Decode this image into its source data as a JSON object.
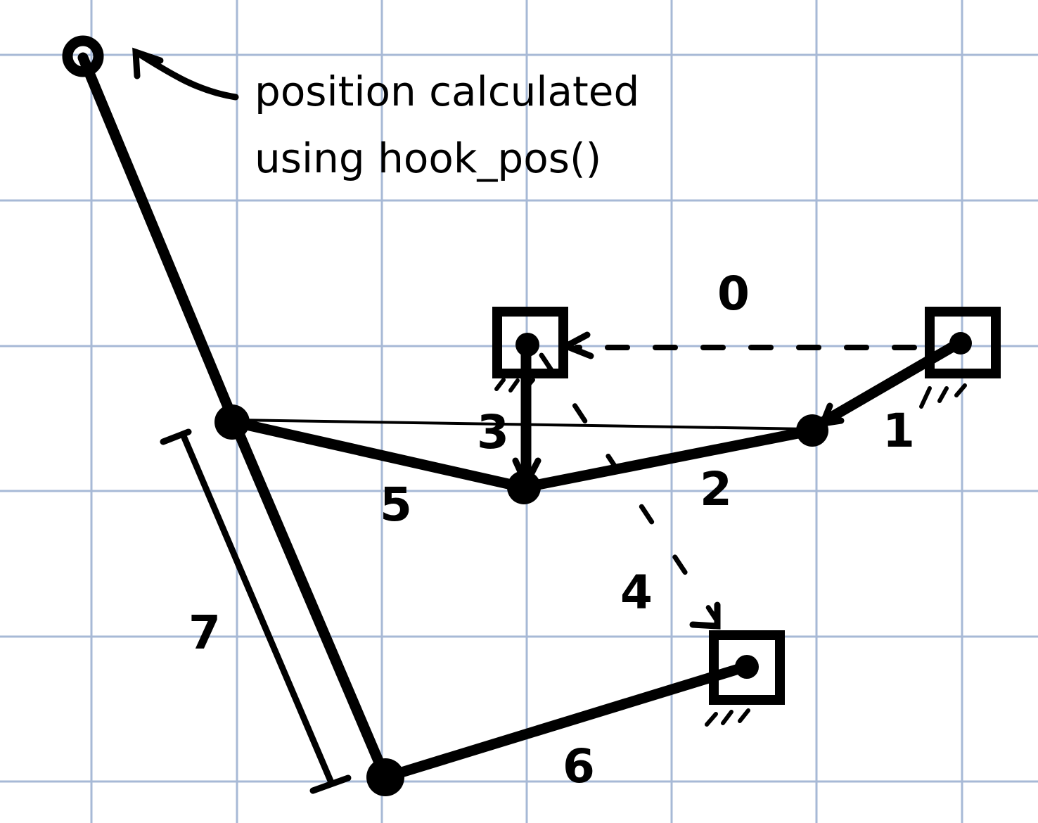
{
  "annotation": {
    "line1": "position calculated",
    "line2": "using hook_pos()"
  },
  "links": [
    {
      "id": "0",
      "label": "0",
      "style": "dashed"
    },
    {
      "id": "1",
      "label": "1",
      "style": "solid"
    },
    {
      "id": "2",
      "label": "2",
      "style": "solid"
    },
    {
      "id": "3",
      "label": "3",
      "style": "solid"
    },
    {
      "id": "4",
      "label": "4",
      "style": "dashed"
    },
    {
      "id": "5",
      "label": "5",
      "style": "solid"
    },
    {
      "id": "6",
      "label": "6",
      "style": "solid"
    },
    {
      "id": "7",
      "label": "7",
      "style": "dimension"
    }
  ],
  "colors": {
    "grid": "#a7b9d6",
    "ink": "#000000",
    "background": "#ffffff"
  }
}
